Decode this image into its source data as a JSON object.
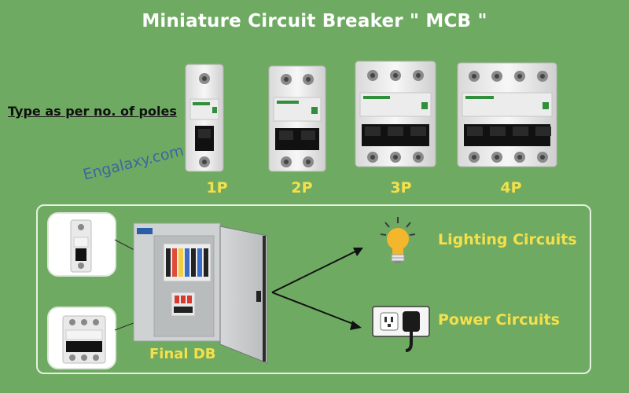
{
  "header": {
    "title": "Miniature Circuit Breaker \" MCB \""
  },
  "types": {
    "label": "Type as per no. of poles",
    "poles": [
      {
        "name": "1P",
        "count": 1
      },
      {
        "name": "2P",
        "count": 2
      },
      {
        "name": "3P",
        "count": 3
      },
      {
        "name": "4P",
        "count": 4
      }
    ]
  },
  "watermark": "Engalaxy.com",
  "distribution": {
    "board_label": "Final DB",
    "outputs": [
      {
        "label": "Lighting Circuits",
        "icon": "light-bulb-icon"
      },
      {
        "label": "Power Circuits",
        "icon": "power-socket-icon"
      }
    ]
  },
  "colors": {
    "background": "#6faa62",
    "title": "#ffffff",
    "caption": "#f5e04a",
    "watermark": "#3a5fa8"
  }
}
